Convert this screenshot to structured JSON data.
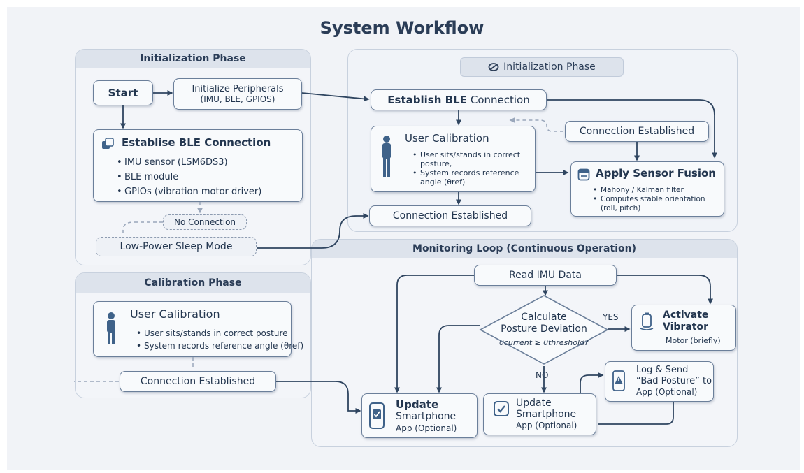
{
  "title": "System Workflow",
  "init_panel_left": {
    "heading": "Initialization Phase",
    "start": "Start",
    "init_peripherals": [
      "Initialize Peripherals",
      "(IMU, BLE, GPIOS)"
    ],
    "ble_box_title": "Establise BLE Connection",
    "ble_box_items": [
      "IMU sensor (LSM6DS3)",
      "BLE module",
      "GPIOs (vibration motor driver)"
    ],
    "no_connection": "No Connection",
    "sleep_mode": "Low-Power Sleep Mode"
  },
  "calibration_panel": {
    "heading": "Calibration Phase",
    "box_title": "User Calibration",
    "items": [
      "User sits/stands in correct posture",
      "System records reference angle (θref)"
    ],
    "connection": "Connection Established"
  },
  "init_panel_right": {
    "heading": "Initialization Phase",
    "establish_bold": "Establish BLE",
    "establish_rest": "Connection",
    "calibration_title": "User Calibration",
    "calibration_items": [
      "User sits/stands in correct posture,",
      "System records reference angle (θref)"
    ],
    "connection_established_1": "Connection Established",
    "connection_established_2": "Connection Established",
    "fusion_title": "Apply Sensor Fusion",
    "fusion_items": [
      "Mahony / Kalman filter",
      "Computes stable orientation (roll, pitch)"
    ]
  },
  "monitoring_panel": {
    "heading": "Monitoring Loop (Continuous Operation)",
    "read_imu": "Read IMU Data",
    "decision": [
      "Calculate",
      "Posture Deviation",
      "θcurrent ≥ θthreshold?"
    ],
    "yes": "YES",
    "no": "NO",
    "activate": [
      "Activate",
      "Vibrator",
      "Motor (briefly)"
    ],
    "log_send": [
      "Log & Send",
      "“Bad Posture” to",
      "App (Optional)"
    ],
    "update_left": [
      "Update",
      "Smartphone",
      "App (Optional)"
    ],
    "update_mid": [
      "Update",
      "Smartphone",
      "App (Optional)"
    ]
  },
  "colors": {
    "accent": "#2f4d74",
    "panel": "#f3f5f9",
    "header": "#dde3ec",
    "border": "#6b7f9a"
  },
  "icons": [
    "person-icon",
    "window-icon",
    "gauge-icon",
    "phone-icon",
    "warning-icon",
    "vibrator-icon",
    "link-icon"
  ]
}
